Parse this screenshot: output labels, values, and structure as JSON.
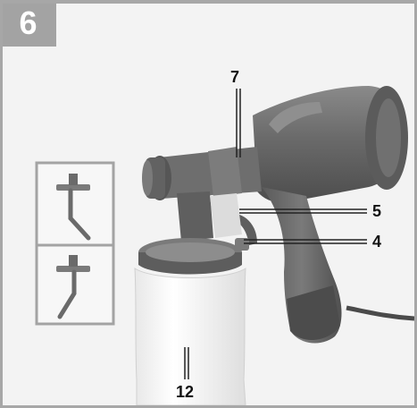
{
  "figure": {
    "number": "6",
    "badge_color": "#a3a3a3",
    "border_color": "#a7a7a7"
  },
  "callouts": [
    {
      "id": "7",
      "label": "7"
    },
    {
      "id": "5",
      "label": "5"
    },
    {
      "id": "4",
      "label": "4"
    },
    {
      "id": "12",
      "label": "12"
    }
  ],
  "inset": {
    "panels": [
      {
        "icon": "suction-tube-forward-icon"
      },
      {
        "icon": "suction-tube-backward-icon"
      }
    ]
  },
  "device": {
    "icon": "paint-spray-gun-icon",
    "body_color": "#6c6c6c",
    "container_color": "#ffffff"
  }
}
